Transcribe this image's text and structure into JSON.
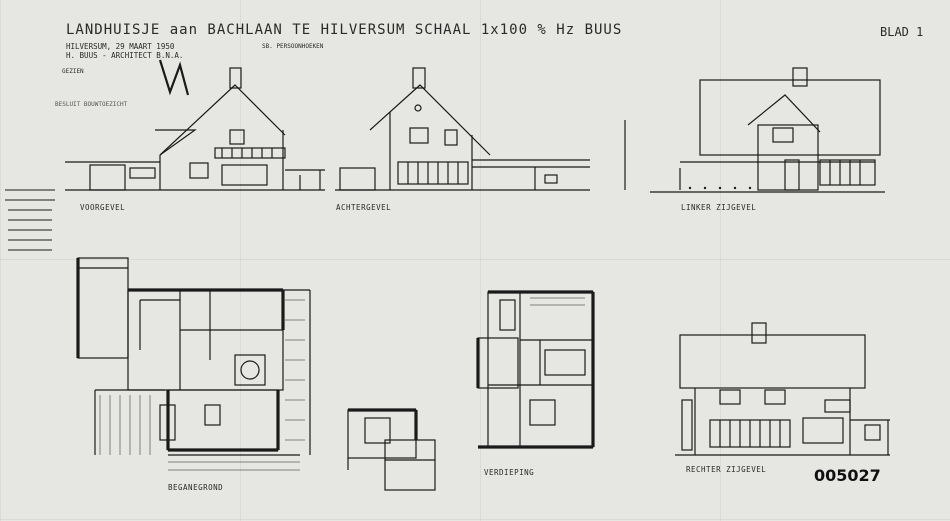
{
  "sheet": {
    "title": "LANDHUISJE aan BACHLAAN TE HILVERSUM    SCHAAL 1x100    % Hz BUUS",
    "sheet_number": "BLAD 1",
    "subtitle_date": "HILVERSUM, 29 MAART 1950",
    "subtitle_architect": "H. BUUS - ARCHITECT B.N.A.",
    "subtitle_small": "SB. PERSOONHOEKEN",
    "stamp_top": "GEZIEN",
    "stamp_bottom": "BESLUIT BOUWTOEZICHT",
    "reference_number": "005027"
  },
  "views": {
    "front": "VOORGEVEL",
    "rear": "ACHTERGEVEL",
    "left": "LINKER ZIJGEVEL",
    "right": "RECHTER ZIJGEVEL",
    "ground": "BEGANEGROND",
    "upper": "VERDIEPING"
  },
  "colors": {
    "paper": "#e6e6e2",
    "ink": "#1a1a1a",
    "frame": "#1b1b1b"
  }
}
